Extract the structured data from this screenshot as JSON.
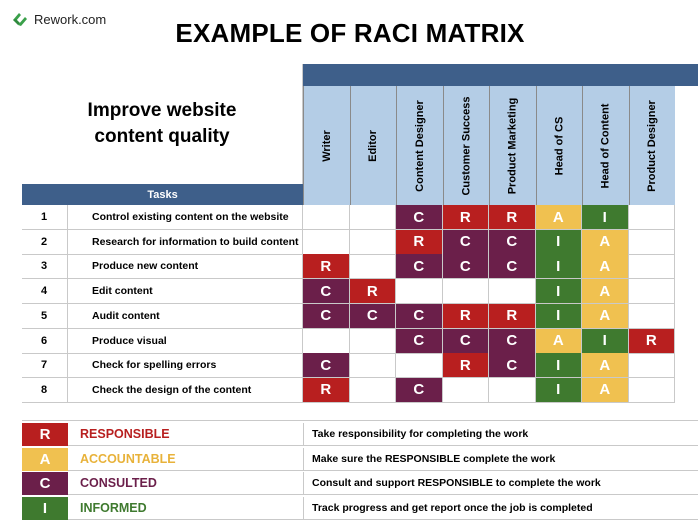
{
  "brand": {
    "name": "Rework.com",
    "logo_icon": "rework-logo-icon"
  },
  "title": "EXAMPLE OF RACI MATRIX",
  "matrix": {
    "topic_line1": "Improve website",
    "topic_line2": "content quality",
    "tasks_header": "Tasks",
    "roles": [
      "Writer",
      "Editor",
      "Content Designer",
      "Customer Success",
      "Product Marketing",
      "Head of CS",
      "Head of Content",
      "Product Designer"
    ],
    "rows": [
      {
        "num": "1",
        "task": "Control existing content on the website",
        "cells": [
          "",
          "",
          "C",
          "R",
          "R",
          "A",
          "I",
          ""
        ]
      },
      {
        "num": "2",
        "task": "Research for information to build content",
        "cells": [
          "",
          "",
          "R",
          "C",
          "C",
          "I",
          "A",
          ""
        ]
      },
      {
        "num": "3",
        "task": "Produce new content",
        "cells": [
          "R",
          "",
          "C",
          "C",
          "C",
          "I",
          "A",
          ""
        ]
      },
      {
        "num": "4",
        "task": "Edit content",
        "cells": [
          "C",
          "R",
          "",
          "",
          "",
          "I",
          "A",
          ""
        ]
      },
      {
        "num": "5",
        "task": "Audit content",
        "cells": [
          "C",
          "C",
          "C",
          "R",
          "R",
          "I",
          "A",
          ""
        ]
      },
      {
        "num": "6",
        "task": "Produce visual",
        "cells": [
          "",
          "",
          "C",
          "C",
          "C",
          "A",
          "I",
          "R"
        ]
      },
      {
        "num": "7",
        "task": "Check for spelling errors",
        "cells": [
          "C",
          "",
          "",
          "R",
          "C",
          "I",
          "A",
          ""
        ]
      },
      {
        "num": "8",
        "task": "Check the design of the content",
        "cells": [
          "R",
          "",
          "C",
          "",
          "",
          "I",
          "A",
          ""
        ]
      }
    ]
  },
  "legend": [
    {
      "letter": "R",
      "name": "RESPONSIBLE",
      "desc": "Take responsibility for completing the work",
      "color": "#b81f1f",
      "name_color": "#b81f1f"
    },
    {
      "letter": "A",
      "name": "ACCOUNTABLE",
      "desc": "Make sure the RESPONSIBLE complete the work",
      "color": "#f0c150",
      "name_color": "#e8b23a"
    },
    {
      "letter": "C",
      "name": "CONSULTED",
      "desc": "Consult and support RESPONSIBLE to complete the work",
      "color": "#6b1f4a",
      "name_color": "#6b1f4a"
    },
    {
      "letter": "I",
      "name": "INFORMED",
      "desc": "Track progress and get report once the job is completed",
      "color": "#3f7a2f",
      "name_color": "#3f7a2f"
    }
  ],
  "colors": {
    "header_blue": "#3e5f8a",
    "role_bg": "#b4cde6"
  }
}
